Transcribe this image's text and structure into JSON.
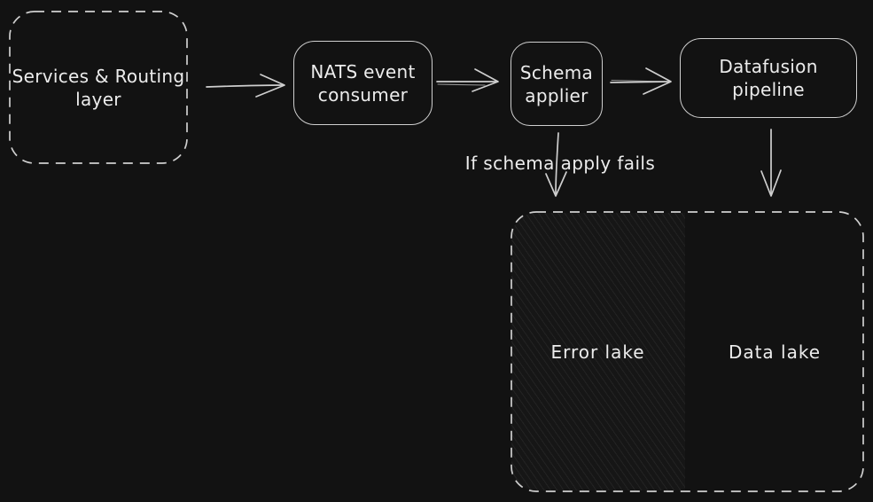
{
  "diagram": {
    "colors": {
      "background": "#121212",
      "stroke": "#cfcfcf",
      "text": "#ececec",
      "error_lake_hatch": "#1e1e1e"
    },
    "nodes": {
      "services": {
        "label": "Services & Routing\nlayer",
        "shape": "dashed-rounded-rect"
      },
      "nats": {
        "label": "NATS event\nconsumer",
        "shape": "rounded-rect"
      },
      "schema": {
        "label": "Schema\napplier",
        "shape": "rounded-rect"
      },
      "datafusion": {
        "label": "Datafusion pipeline",
        "shape": "rounded-rect"
      },
      "lake_container": {
        "shape": "dashed-rounded-rect"
      },
      "error_lake": {
        "label": "Error lake",
        "fill": "hachure"
      },
      "data_lake": {
        "label": "Data lake"
      }
    },
    "edges": {
      "services_to_nats": {
        "type": "arrow-right"
      },
      "nats_to_schema": {
        "type": "arrow-right"
      },
      "schema_to_datafusion": {
        "type": "arrow-right"
      },
      "schema_to_error_lake": {
        "type": "arrow-down",
        "label": "If schema apply fails"
      },
      "datafusion_to_data_lake": {
        "type": "arrow-down"
      }
    }
  }
}
